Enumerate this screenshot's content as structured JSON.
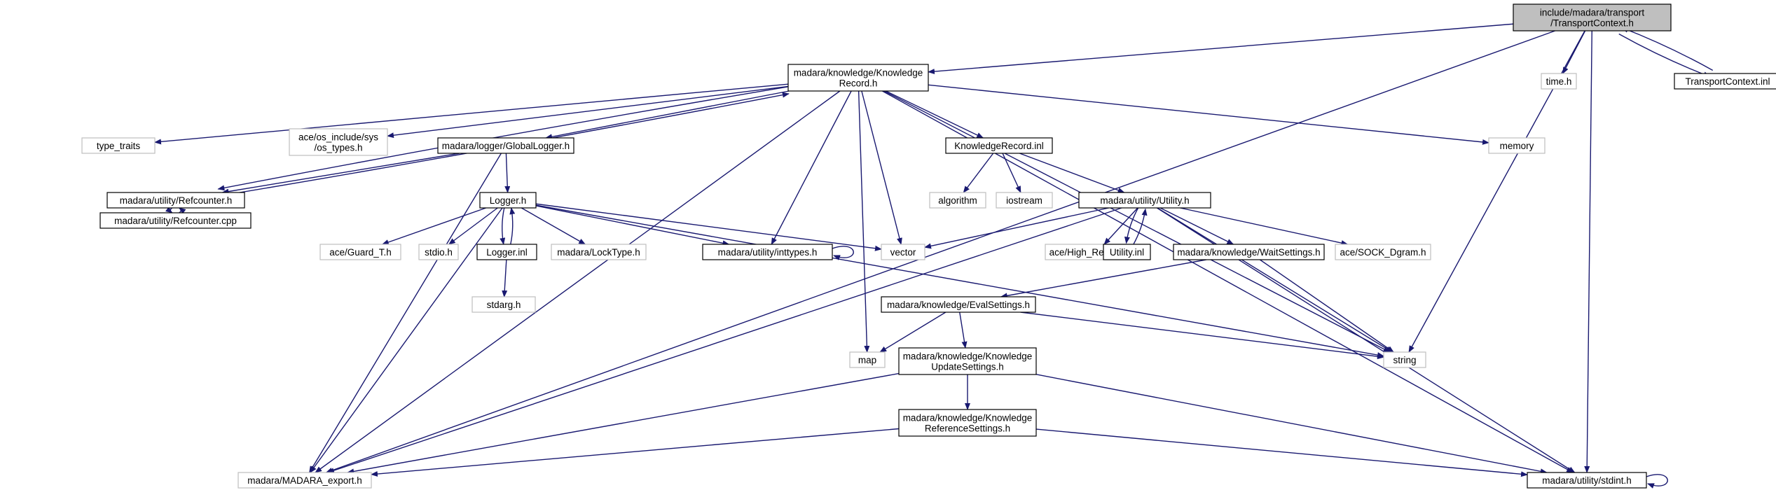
{
  "diagram": {
    "type": "include-dependency-graph",
    "colors": {
      "edge": "#191970",
      "root_fill": "#bfbfbf",
      "node_border": "#000000",
      "external_border": "#bfbfbf",
      "external_text": "#000000"
    },
    "nodes": [
      {
        "id": "root",
        "kind": "root",
        "lines": [
          "include/madara/transport",
          "/TransportContext.h"
        ]
      },
      {
        "id": "krec",
        "kind": "file",
        "lines": [
          "madara/knowledge/Knowledge",
          "Record.h"
        ]
      },
      {
        "id": "timeh",
        "kind": "external",
        "lines": [
          "time.h"
        ]
      },
      {
        "id": "tcinl",
        "kind": "file",
        "lines": [
          "TransportContext.inl"
        ]
      },
      {
        "id": "typetraits",
        "kind": "external",
        "lines": [
          "type_traits"
        ]
      },
      {
        "id": "ostypes",
        "kind": "external",
        "lines": [
          "ace/os_include/sys",
          "/os_types.h"
        ]
      },
      {
        "id": "glogger",
        "kind": "file",
        "lines": [
          "madara/logger/GlobalLogger.h"
        ]
      },
      {
        "id": "krinl",
        "kind": "file",
        "lines": [
          "KnowledgeRecord.inl"
        ]
      },
      {
        "id": "memory",
        "kind": "external",
        "lines": [
          "memory"
        ]
      },
      {
        "id": "refh",
        "kind": "file",
        "lines": [
          "madara/utility/Refcounter.h"
        ]
      },
      {
        "id": "refcpp",
        "kind": "file",
        "lines": [
          "madara/utility/Refcounter.cpp"
        ]
      },
      {
        "id": "loggerh",
        "kind": "file",
        "lines": [
          "Logger.h"
        ]
      },
      {
        "id": "algorithm",
        "kind": "external",
        "lines": [
          "algorithm"
        ]
      },
      {
        "id": "iostream",
        "kind": "external",
        "lines": [
          "iostream"
        ]
      },
      {
        "id": "utilh",
        "kind": "file",
        "lines": [
          "madara/utility/Utility.h"
        ]
      },
      {
        "id": "guard",
        "kind": "external",
        "lines": [
          "ace/Guard_T.h"
        ]
      },
      {
        "id": "stdioh",
        "kind": "external",
        "lines": [
          "stdio.h"
        ]
      },
      {
        "id": "loggerinl",
        "kind": "file",
        "lines": [
          "Logger.inl"
        ]
      },
      {
        "id": "locktype",
        "kind": "external",
        "lines": [
          "madara/LockType.h"
        ]
      },
      {
        "id": "inttypes",
        "kind": "file",
        "lines": [
          "madara/utility/inttypes.h"
        ]
      },
      {
        "id": "vector",
        "kind": "external",
        "lines": [
          "vector"
        ]
      },
      {
        "id": "hrtimer",
        "kind": "external",
        "lines": [
          "ace/High_Res_Timer.h"
        ]
      },
      {
        "id": "utilinl",
        "kind": "file",
        "lines": [
          "Utility.inl"
        ]
      },
      {
        "id": "waitset",
        "kind": "file",
        "lines": [
          "madara/knowledge/WaitSettings.h"
        ]
      },
      {
        "id": "sockdgram",
        "kind": "external",
        "lines": [
          "ace/SOCK_Dgram.h"
        ]
      },
      {
        "id": "stdargh",
        "kind": "external",
        "lines": [
          "stdarg.h"
        ]
      },
      {
        "id": "evalset",
        "kind": "file",
        "lines": [
          "madara/knowledge/EvalSettings.h"
        ]
      },
      {
        "id": "map",
        "kind": "external",
        "lines": [
          "map"
        ]
      },
      {
        "id": "kupdate",
        "kind": "file",
        "lines": [
          "madara/knowledge/Knowledge",
          "UpdateSettings.h"
        ]
      },
      {
        "id": "string",
        "kind": "external",
        "lines": [
          "string"
        ]
      },
      {
        "id": "kref",
        "kind": "file",
        "lines": [
          "madara/knowledge/Knowledge",
          "ReferenceSettings.h"
        ]
      },
      {
        "id": "export",
        "kind": "external",
        "lines": [
          "madara/MADARA_export.h"
        ]
      },
      {
        "id": "stdint",
        "kind": "file",
        "lines": [
          "madara/utility/stdint.h"
        ]
      }
    ],
    "edges": [
      [
        "root",
        "krec"
      ],
      [
        "root",
        "timeh"
      ],
      [
        "root",
        "tcinl"
      ],
      [
        "root",
        "string"
      ],
      [
        "root",
        "stdint"
      ],
      [
        "root",
        "export"
      ],
      [
        "tcinl",
        "root"
      ],
      [
        "krec",
        "typetraits"
      ],
      [
        "krec",
        "ostypes"
      ],
      [
        "krec",
        "glogger"
      ],
      [
        "krec",
        "refh"
      ],
      [
        "krec",
        "krinl"
      ],
      [
        "krec",
        "memory"
      ],
      [
        "krec",
        "inttypes"
      ],
      [
        "krec",
        "vector"
      ],
      [
        "krec",
        "map"
      ],
      [
        "krec",
        "string"
      ],
      [
        "krec",
        "stdint"
      ],
      [
        "krec",
        "export"
      ],
      [
        "refh",
        "refcpp"
      ],
      [
        "refcpp",
        "refh"
      ],
      [
        "refh",
        "krec"
      ],
      [
        "glogger",
        "refh"
      ],
      [
        "glogger",
        "loggerh"
      ],
      [
        "glogger",
        "export"
      ],
      [
        "loggerh",
        "guard"
      ],
      [
        "loggerh",
        "stdioh"
      ],
      [
        "loggerh",
        "loggerinl"
      ],
      [
        "loggerh",
        "locktype"
      ],
      [
        "loggerh",
        "inttypes"
      ],
      [
        "loggerh",
        "vector"
      ],
      [
        "loggerh",
        "string"
      ],
      [
        "loggerh",
        "export"
      ],
      [
        "loggerinl",
        "loggerh"
      ],
      [
        "loggerinl",
        "stdargh"
      ],
      [
        "inttypes",
        "inttypes"
      ],
      [
        "krinl",
        "algorithm"
      ],
      [
        "krinl",
        "iostream"
      ],
      [
        "krinl",
        "utilh"
      ],
      [
        "utilh",
        "vector"
      ],
      [
        "utilh",
        "hrtimer"
      ],
      [
        "utilh",
        "utilinl"
      ],
      [
        "utilh",
        "waitset"
      ],
      [
        "utilh",
        "sockdgram"
      ],
      [
        "utilh",
        "string"
      ],
      [
        "utilh",
        "stdint"
      ],
      [
        "utilh",
        "export"
      ],
      [
        "utilinl",
        "utilh"
      ],
      [
        "waitset",
        "evalset"
      ],
      [
        "waitset",
        "string"
      ],
      [
        "evalset",
        "map"
      ],
      [
        "evalset",
        "kupdate"
      ],
      [
        "evalset",
        "string"
      ],
      [
        "kupdate",
        "kref"
      ],
      [
        "kupdate",
        "export"
      ],
      [
        "kupdate",
        "stdint"
      ],
      [
        "kref",
        "export"
      ],
      [
        "kref",
        "stdint"
      ],
      [
        "stdint",
        "stdint"
      ]
    ]
  }
}
